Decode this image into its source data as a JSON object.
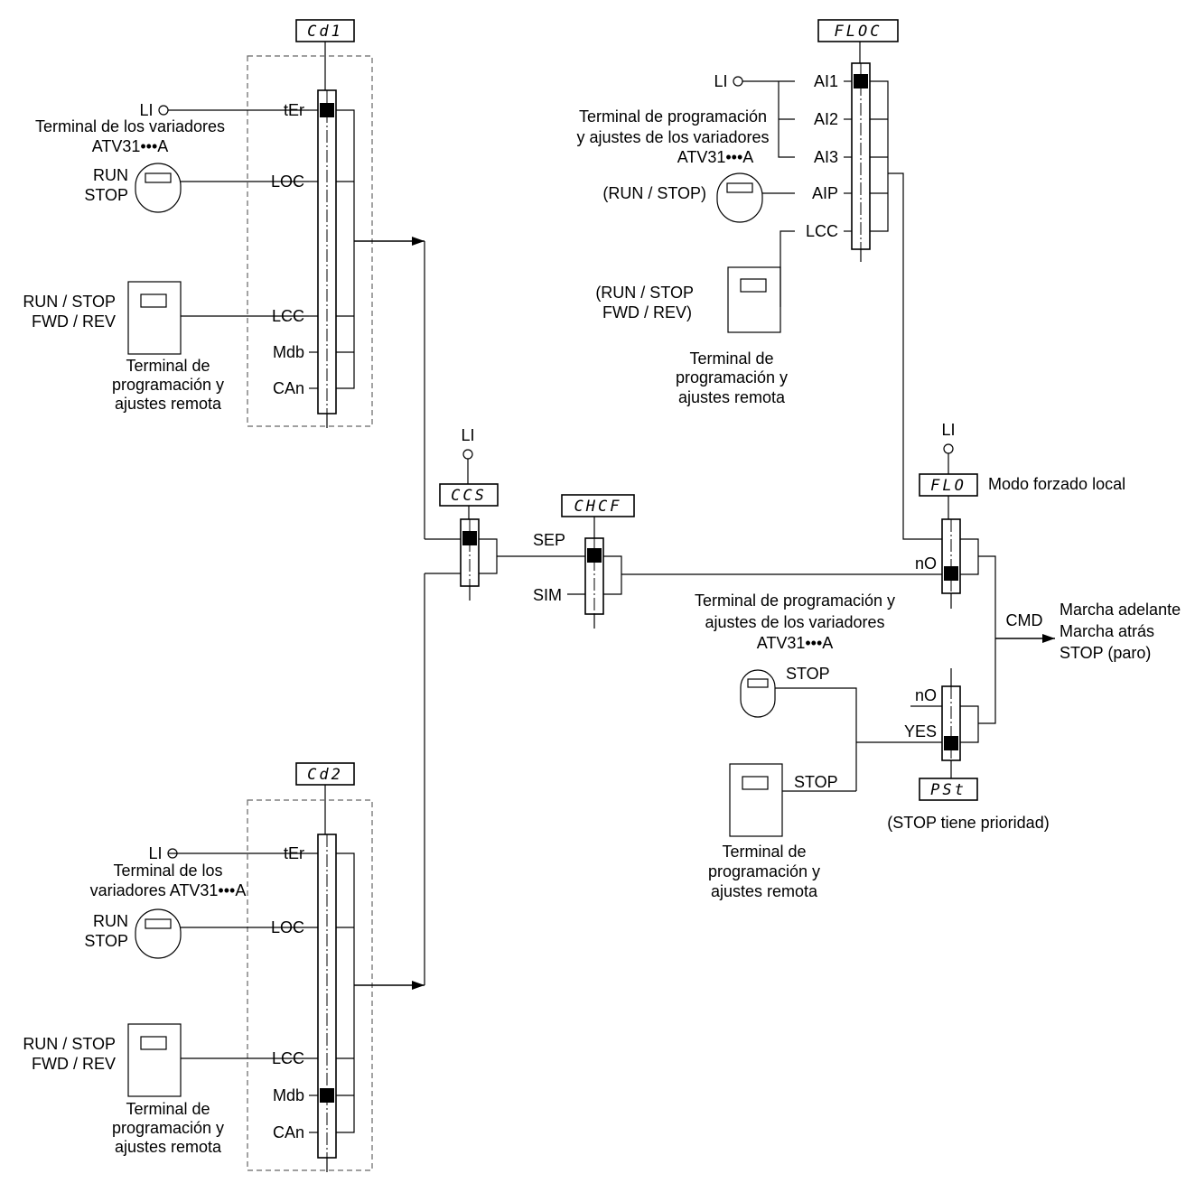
{
  "params": {
    "cd1": "Cd1",
    "cd2": "Cd2",
    "ccs": "CCS",
    "chcf": "CHCF",
    "floc": "FLOC",
    "flo": "FLO",
    "pst": "PSt"
  },
  "common": {
    "li": "LI",
    "run": "RUN",
    "stop": "STOP",
    "run_stop": "RUN / STOP",
    "fwd_rev": "FWD / REV",
    "remote_terminal": [
      "Terminal de",
      "programación y",
      "ajustes remota"
    ]
  },
  "cd1_block": {
    "drive_terminal": [
      "Terminal de los variadores",
      "ATV31•••A"
    ],
    "positions": [
      "tEr",
      "LOC",
      "LCC",
      "Mdb",
      "CAn"
    ]
  },
  "cd2_block": {
    "drive_terminal": [
      "Terminal de los",
      "variadores ATV31•••A"
    ],
    "positions": [
      "tEr",
      "LOC",
      "LCC",
      "Mdb",
      "CAn"
    ]
  },
  "ccs_block": {
    "positions": []
  },
  "chcf_block": {
    "positions": [
      "SEP",
      "SIM"
    ]
  },
  "floc_block": {
    "drive_terminal": [
      "Terminal de programación",
      "y ajustes de los variadores",
      "ATV31•••A"
    ],
    "run_stop": "(RUN / STOP)",
    "remote_run_stop": "(RUN / STOP",
    "remote_fwd_rev": "FWD / REV)",
    "positions": [
      "AI1",
      "AI2",
      "AI3",
      "AIP",
      "LCC"
    ]
  },
  "flo_block": {
    "label": "Modo forzado local",
    "position": "nO"
  },
  "stop_block": {
    "drive_terminal": [
      "Terminal de programación y",
      "ajustes de los variadores",
      "ATV31•••A"
    ],
    "stop_label": "STOP",
    "positions": [
      "nO",
      "YES"
    ],
    "priority": "(STOP tiene prioridad)"
  },
  "output": {
    "cmd": "CMD",
    "lines": [
      "Marcha adelante",
      "Marcha atrás",
      "STOP (paro)"
    ]
  }
}
